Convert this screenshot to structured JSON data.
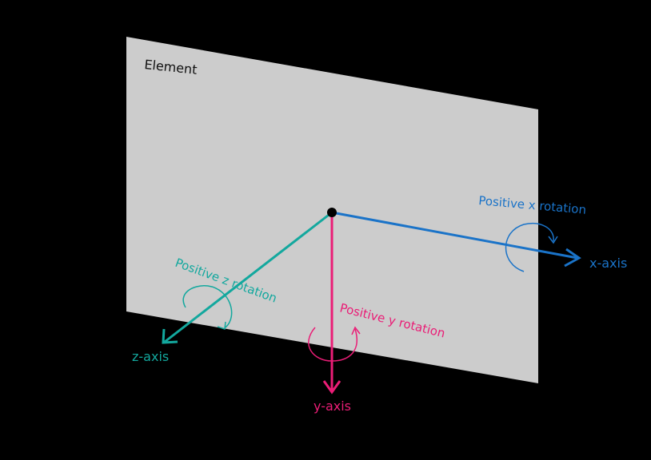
{
  "element_label": "Element",
  "axes": {
    "x": {
      "label": "x-axis",
      "rotation_label": "Positive x rotation",
      "color": "#1a73c8"
    },
    "y": {
      "label": "y-axis",
      "rotation_label": "Positive y rotation",
      "color": "#ea1d76"
    },
    "z": {
      "label": "z-axis",
      "rotation_label": "Positive z rotation",
      "color": "#13a89e"
    }
  },
  "colors": {
    "background": "#000000",
    "plane": "#cccccc",
    "origin": "#000000",
    "text_dark": "#111111"
  }
}
